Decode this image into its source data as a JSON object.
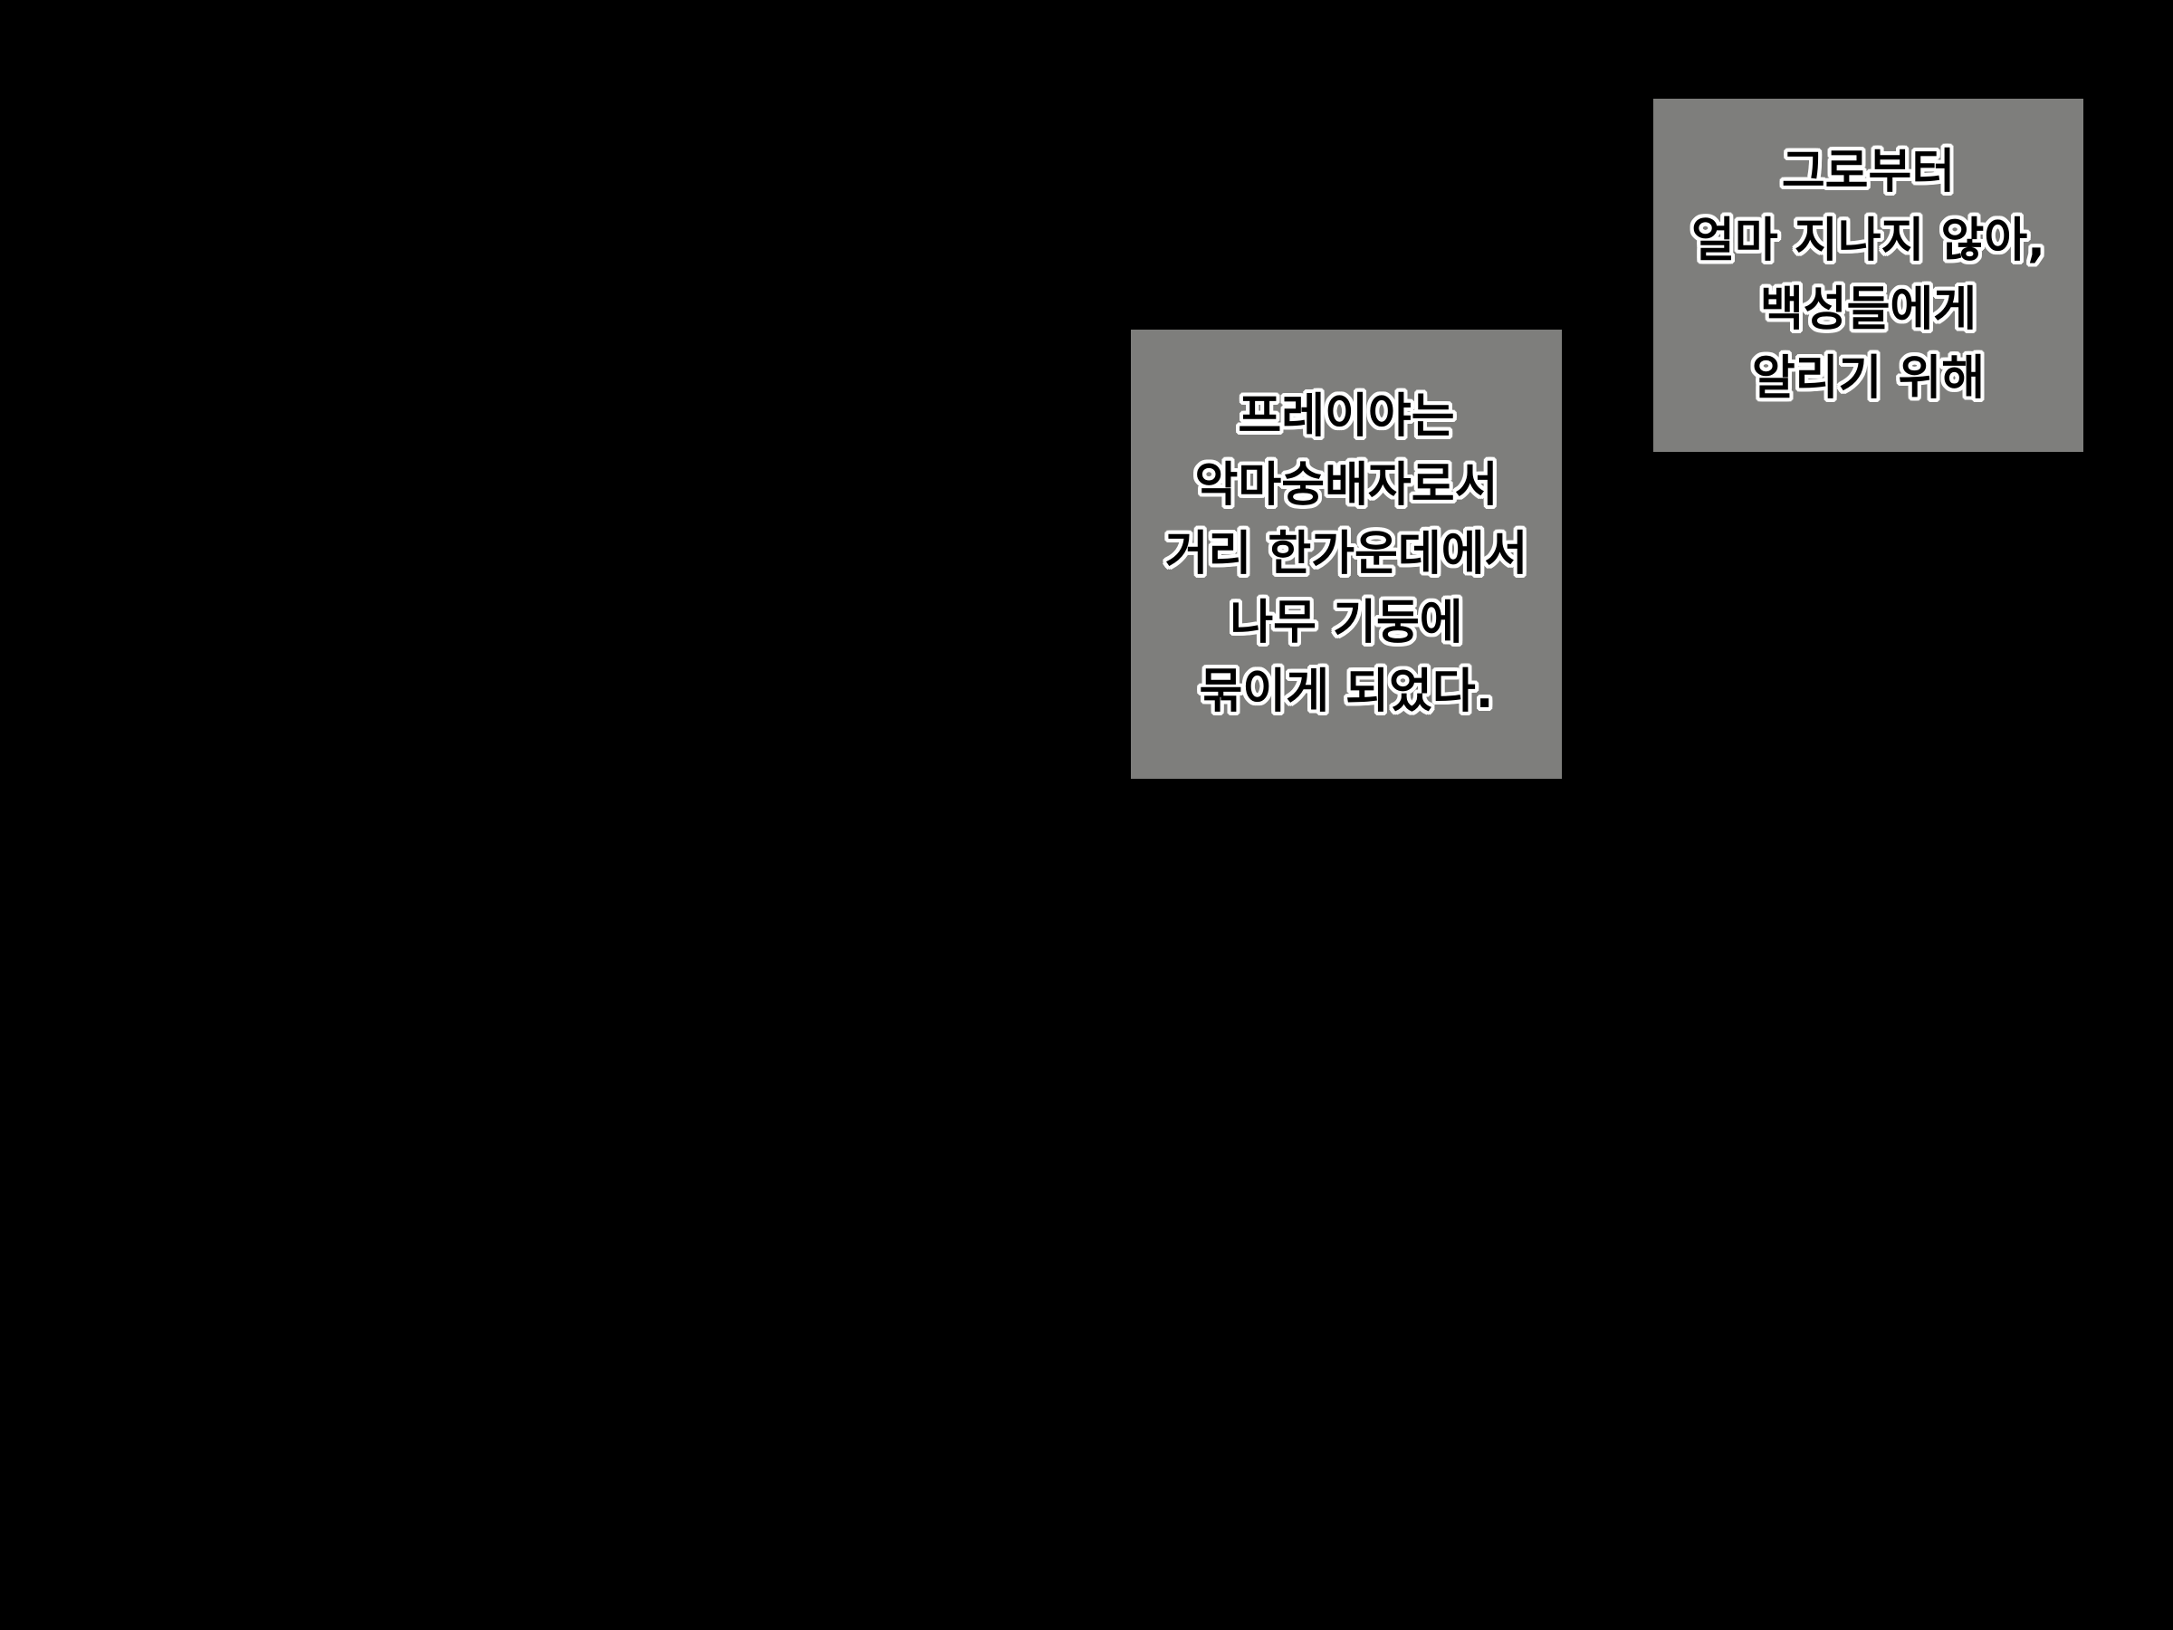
{
  "background_color": "#000000",
  "caption_box_color": "#7e7e7c",
  "captions": [
    {
      "lines": [
        "그로부터",
        "얼마 지나지 않아,",
        "백성들에게",
        "알리기 위해"
      ]
    },
    {
      "lines": [
        "프레이야는",
        "악마숭배자로서",
        "거리 한가운데에서",
        "나무 기둥에",
        "묶이게 되었다."
      ]
    }
  ]
}
